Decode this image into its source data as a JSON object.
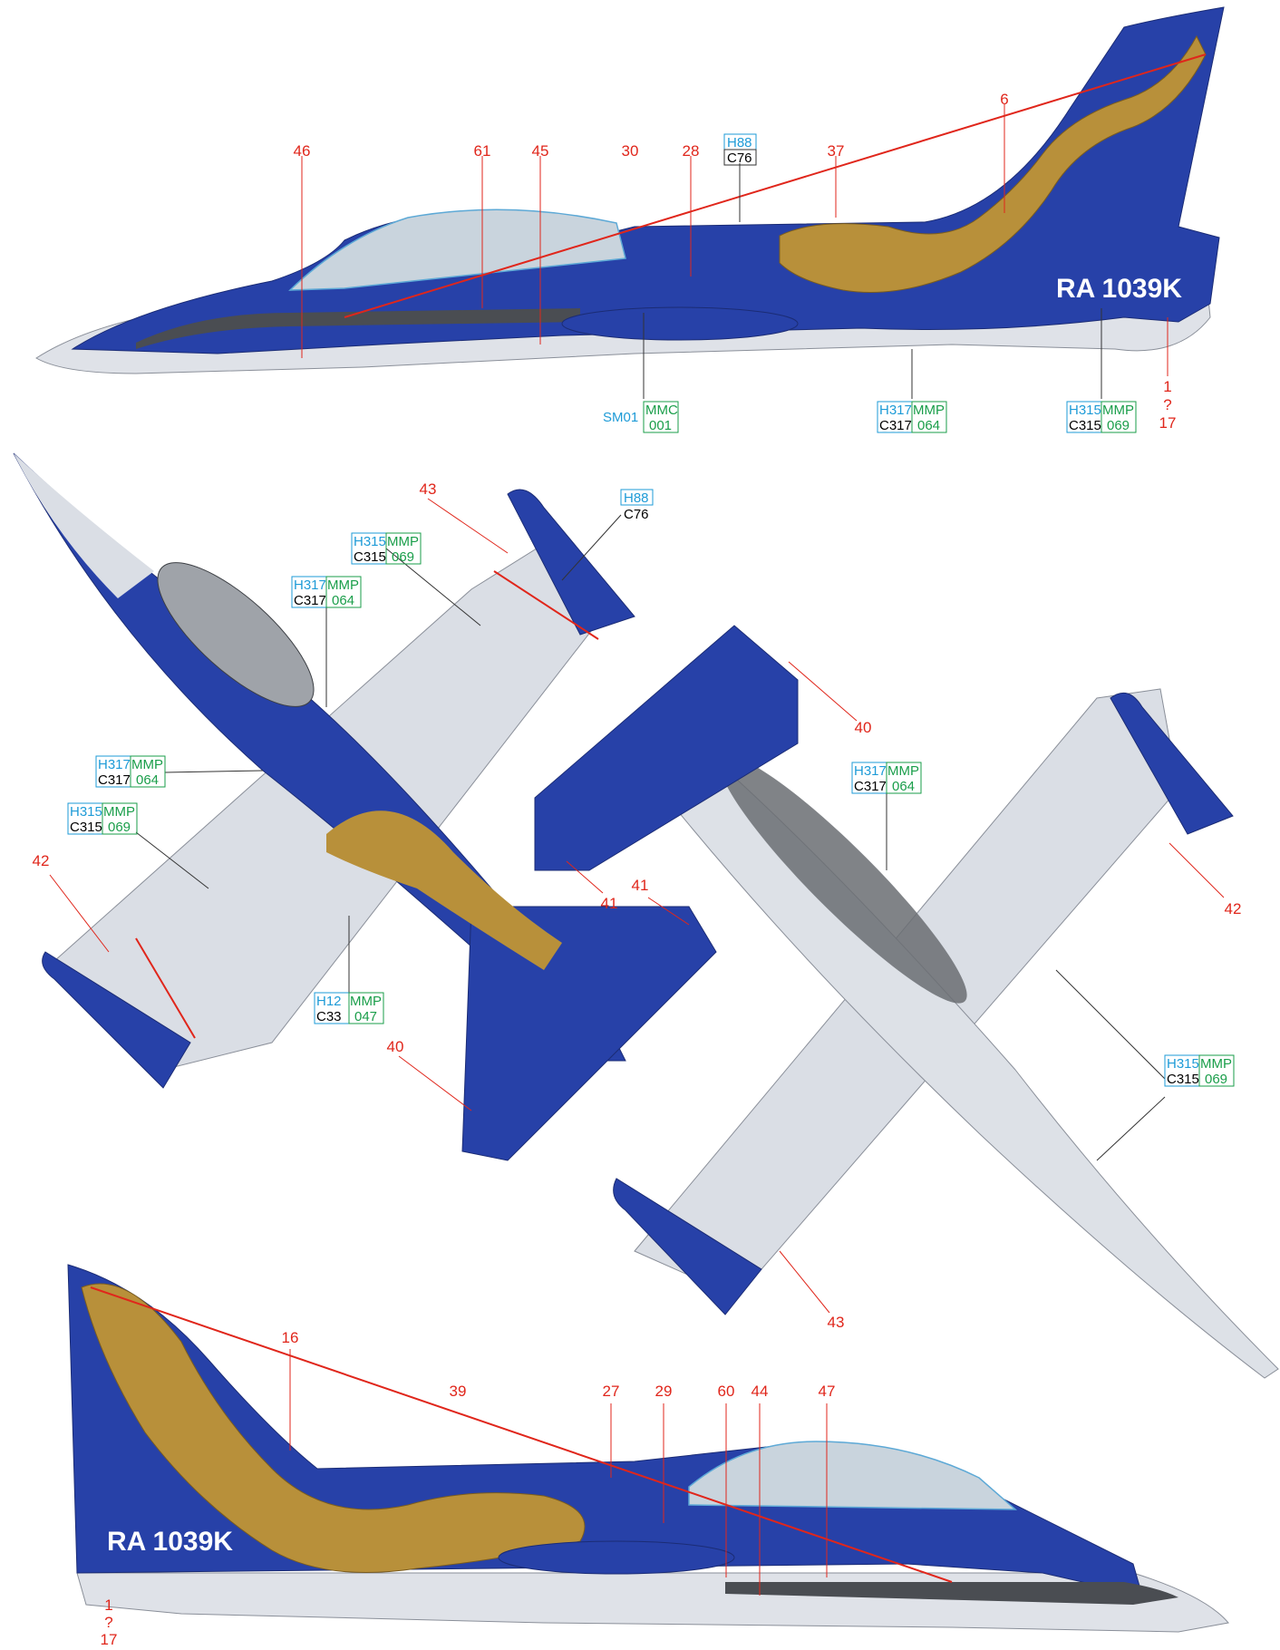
{
  "registration": "RA 1039K",
  "colors": {
    "blue": "#2741a8",
    "light_grey": "#dadee5",
    "dark_grey": "#4a4d52",
    "gold": "#b8903a",
    "callout_red": "#e0261b",
    "cyan": "#1e9bd7",
    "green": "#1a9e4a"
  },
  "callouts": {
    "top_left_view": [
      "46",
      "61",
      "45",
      "30",
      "28",
      "37",
      "6",
      "1",
      "?",
      "17"
    ],
    "top_view": [
      "43",
      "42",
      "40",
      "41"
    ],
    "bottom_view": [
      "40",
      "41",
      "42",
      "43"
    ],
    "right_view": [
      "16",
      "39",
      "27",
      "29",
      "60",
      "44",
      "47",
      "1",
      "?",
      "17"
    ]
  },
  "paint_codes": {
    "h88_c76": {
      "h": "H88",
      "c": "C76"
    },
    "h315_c315": {
      "h": "H315",
      "c": "C315",
      "mmp": "MMP",
      "mmp_code": "069"
    },
    "h317_c317": {
      "h": "H317",
      "c": "C317",
      "mmp": "MMP",
      "mmp_code": "064"
    },
    "h12_c33": {
      "h": "H12",
      "c": "C33",
      "mmp": "MMP",
      "mmp_code": "047"
    },
    "sm01": {
      "h": "SM01",
      "mmp": "MMC",
      "mmp_code": "001"
    }
  }
}
